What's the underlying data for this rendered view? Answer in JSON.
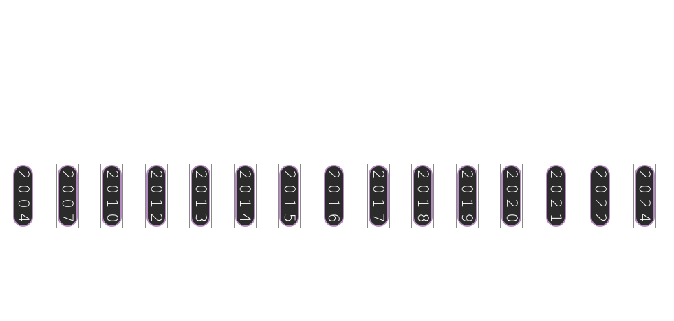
{
  "timeline": {
    "years": [
      "2004",
      "2007",
      "2010",
      "2012",
      "2013",
      "2014",
      "2015",
      "2016",
      "2017",
      "2018",
      "2019",
      "2020",
      "2021",
      "2022",
      "2024"
    ],
    "colors": {
      "pill_fill": "#2b2b2b",
      "pill_outline": "#b58ac0",
      "tab_border": "#8a8a8a",
      "text": "#ffffff"
    }
  }
}
